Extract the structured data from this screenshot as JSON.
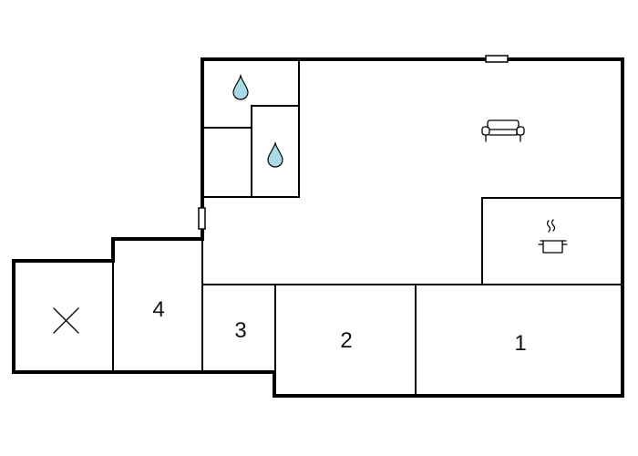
{
  "rooms": {
    "room_1": {
      "label": "1"
    },
    "room_2": {
      "label": "2"
    },
    "room_3": {
      "label": "3"
    },
    "room_4": {
      "label": "4"
    }
  },
  "icons": {
    "terrace": "x-mark-icon",
    "bathroom_1": "water-drop-icon",
    "bathroom_2": "water-drop-icon",
    "living": "sofa-icon",
    "kitchen": "cooking-pot-icon"
  },
  "colors": {
    "wall": "#000000",
    "water_drop": "#a9dbe6",
    "background": "#ffffff"
  }
}
